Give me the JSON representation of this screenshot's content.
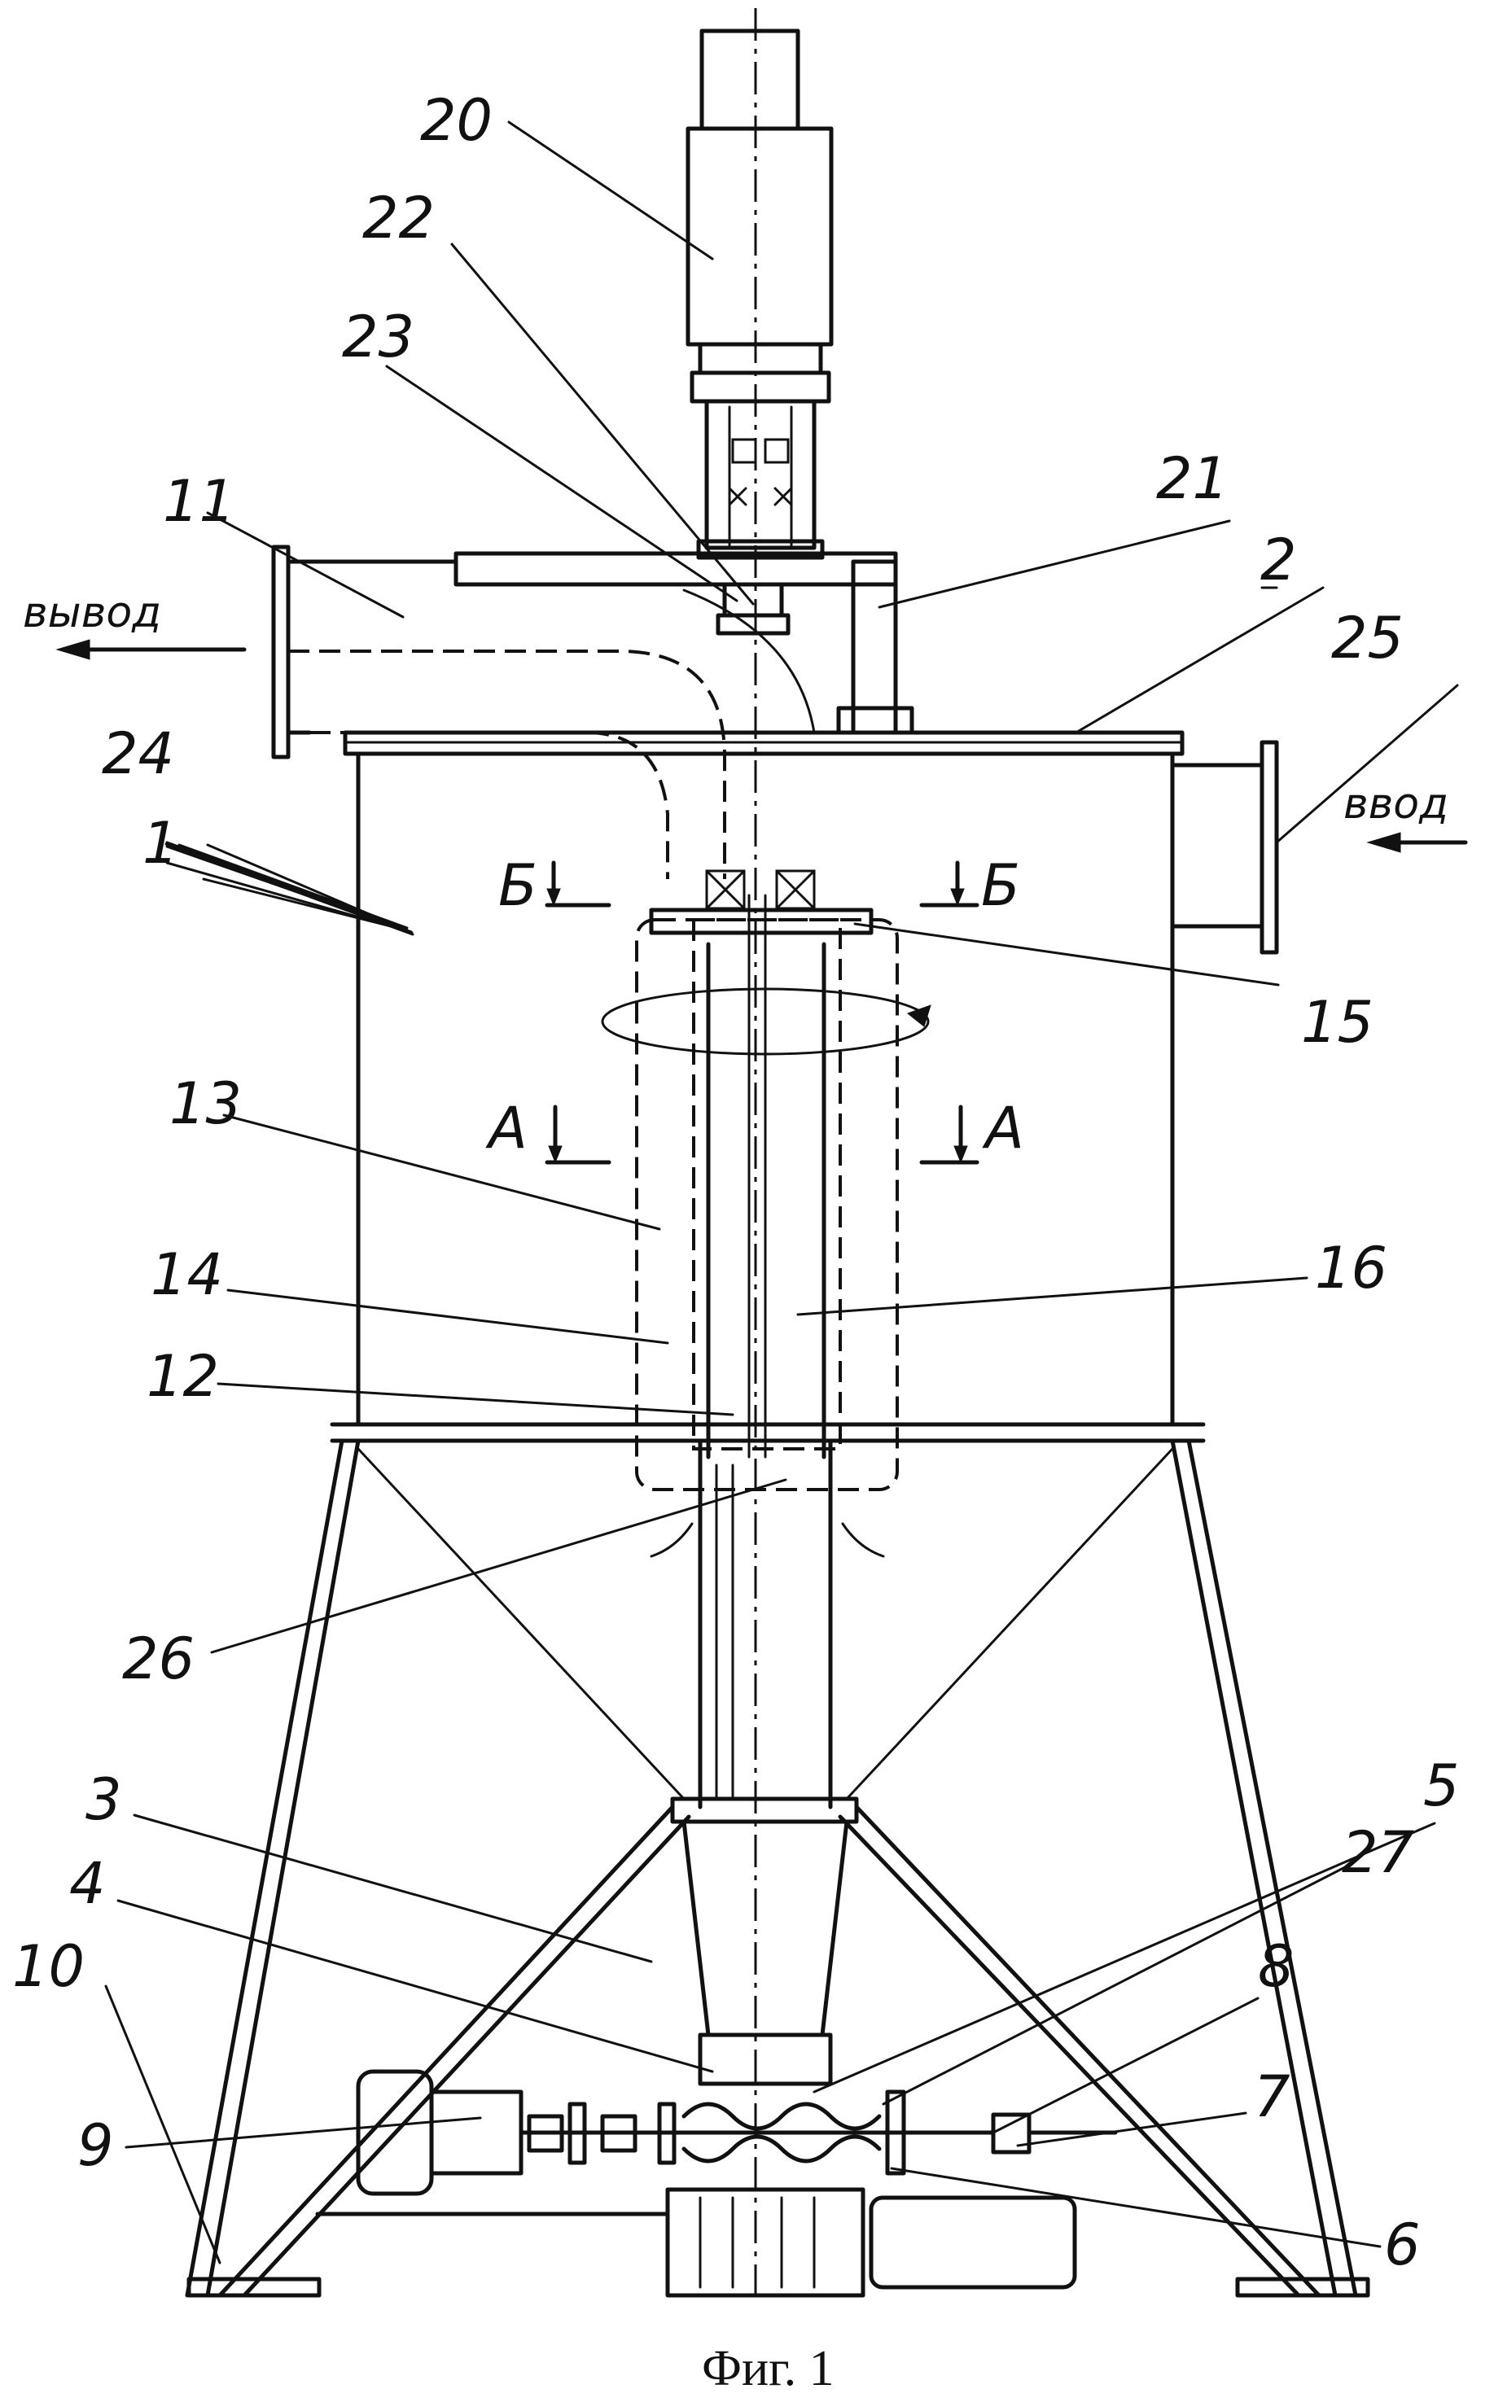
{
  "figure": {
    "caption": "Фиг. 1",
    "labels": {
      "n1": "1",
      "n2": "2",
      "n3": "3",
      "n4": "4",
      "n5": "5",
      "n6": "6",
      "n7": "7",
      "n8": "8",
      "n9": "9",
      "n10": "10",
      "n11": "11",
      "n12": "12",
      "n13": "13",
      "n14": "14",
      "n15": "15",
      "n16": "16",
      "n20": "20",
      "n21": "21",
      "n22": "22",
      "n23": "23",
      "n24": "24",
      "n25": "25",
      "n26": "26",
      "n27": "27"
    },
    "section_marks": {
      "a": "А",
      "b": "Б"
    },
    "flow_words": {
      "outlet": "вывод",
      "inlet": "ввод"
    }
  }
}
